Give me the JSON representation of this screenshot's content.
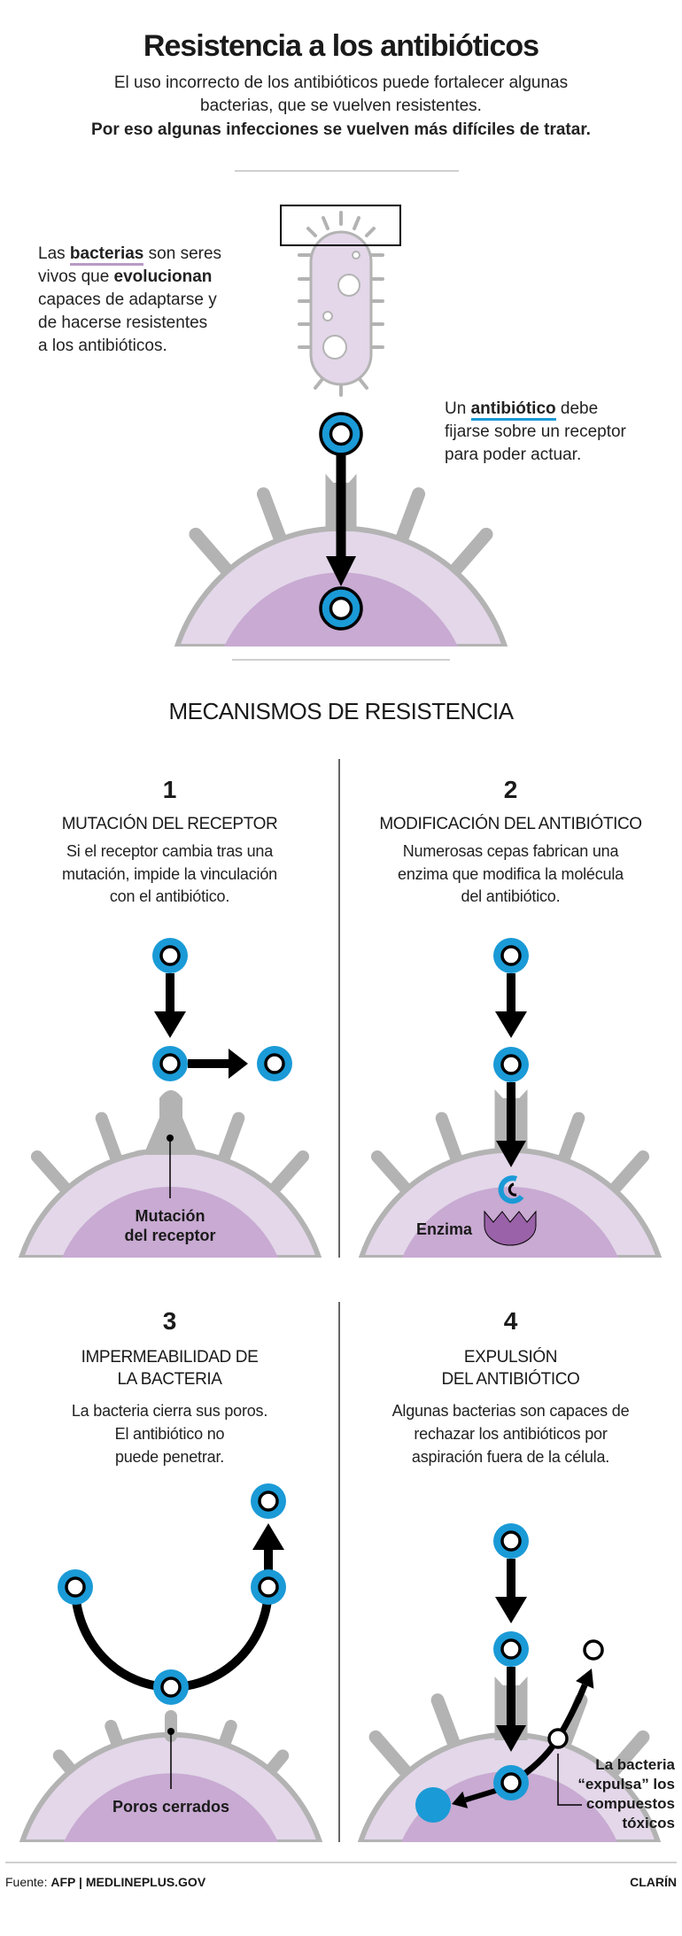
{
  "header": {
    "title": "Resistencia a los antibióticos",
    "subtitle_line1": "El uso incorrecto de los antibióticos puede fortalecer algunas",
    "subtitle_line2": "bacterias, que se vuelven resistentes.",
    "subtitle_bold": "Por eso algunas infecciones se vuelven más difíciles de tratar."
  },
  "intro": {
    "bacteria_text": {
      "a": "Las ",
      "b": "bacterias",
      "c": " son seres",
      "d": "vivos que ",
      "e": "evolucionan",
      "f": "capaces de adaptarse y",
      "g": "de hacerse resistentes",
      "h": "a los antibióticos."
    },
    "antibiotic_text": {
      "a": "Un ",
      "b": "antibiótico",
      "c": " debe",
      "d": "fijarse sobre un receptor",
      "e": "para poder actuar."
    }
  },
  "mechanisms": {
    "title": "MECANISMOS DE RESISTENCIA",
    "items": [
      {
        "number": "1",
        "heading": [
          "MUTACIÓN DEL RECEPTOR"
        ],
        "desc": [
          "Si el receptor cambia tras una",
          "mutación, impide la vinculación",
          "con el antibiótico."
        ],
        "label": [
          "Mutación",
          "del receptor"
        ]
      },
      {
        "number": "2",
        "heading": [
          "MODIFICACIÓN DEL ANTIBIÓTICO"
        ],
        "desc": [
          "Numerosas cepas fabrican una",
          "enzima que modifica la molécula",
          "del antibiótico."
        ],
        "label": [
          "Enzima"
        ]
      },
      {
        "number": "3",
        "heading": [
          "IMPERMEABILIDAD DE",
          "LA BACTERIA"
        ],
        "desc": [
          "La bacteria cierra sus poros.",
          "El antibiótico no",
          "puede penetrar."
        ],
        "label": [
          "Poros cerrados"
        ]
      },
      {
        "number": "4",
        "heading": [
          "EXPULSIÓN",
          "DEL ANTIBIÓTICO"
        ],
        "desc": [
          "Algunas bacterias son capaces de",
          "rechazar los antibióticos por",
          "aspiración fuera de la célula."
        ],
        "label": [
          "La bacteria",
          "“expulsa” los",
          "compuestos",
          "tóxicos"
        ]
      }
    ]
  },
  "footer": {
    "source_label": "Fuente: ",
    "source": "AFP | MEDLINEPLUS.GOV",
    "brand": "CLARÍN"
  },
  "colors": {
    "blue": "#1a9ad6",
    "cell_light": "#e3d7e9",
    "cell_dark": "#c8aad2",
    "spike": "#b3b3b3",
    "enzyme": "#9a62a8"
  }
}
